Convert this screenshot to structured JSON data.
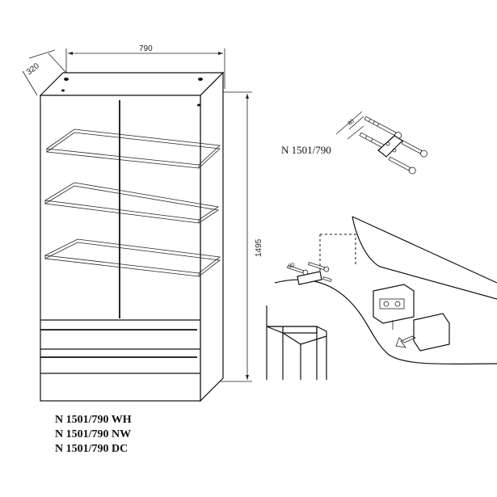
{
  "dimensions": {
    "width": "790",
    "depth": "320",
    "height": "1495"
  },
  "detail": {
    "fitting_code": "N 1501/790",
    "spacing_top": "80",
    "spacing_bottom": "30"
  },
  "variants": [
    "N 1501/790 WH",
    "N 1501/790 NW",
    "N 1501/790 DC"
  ]
}
